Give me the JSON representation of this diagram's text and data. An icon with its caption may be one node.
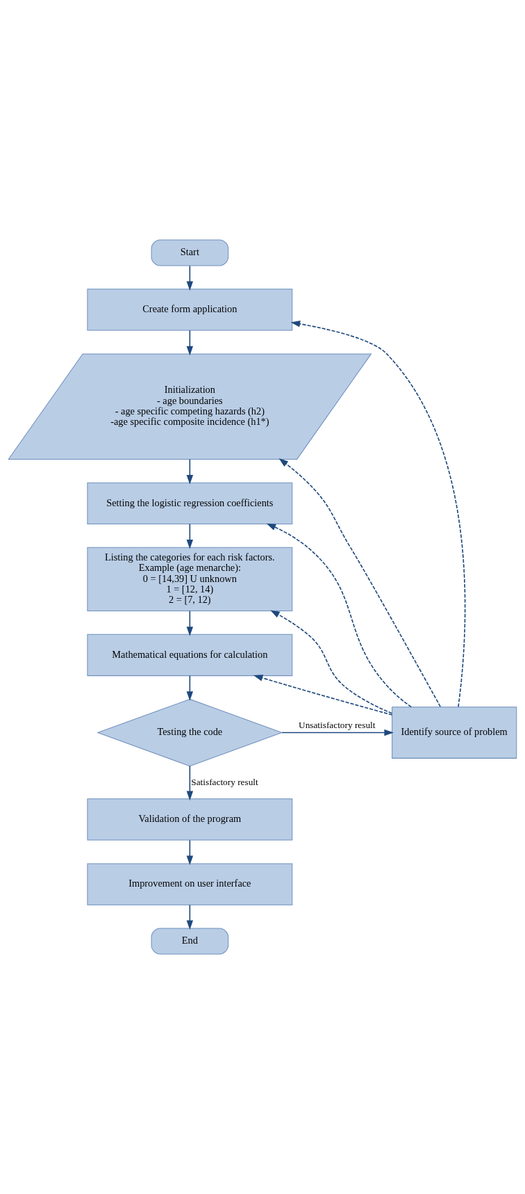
{
  "diagram": {
    "nodes": [
      {
        "text": [
          "Start"
        ]
      },
      {
        "text": [
          "Create form application"
        ]
      },
      {
        "text": [
          "Initialization",
          "- age boundaries",
          "- age specific competing hazards (h2)",
          "-age specific composite incidence (h1*)"
        ]
      },
      {
        "text": [
          "Setting the logistic regression coefficients"
        ]
      },
      {
        "text": [
          "Listing the categories for each risk factors.",
          "Example (age menarche):",
          "0 = [14,39] U unknown",
          "1 = [12, 14)",
          "2 = [7, 12)"
        ]
      },
      {
        "text": [
          "Mathematical equations for calculation"
        ]
      },
      {
        "text": [
          "Testing the code"
        ]
      },
      {
        "text": [
          "Identify source of problem"
        ]
      },
      {
        "text": [
          "Validation of the program"
        ]
      },
      {
        "text": [
          "Improvement on user interface"
        ]
      },
      {
        "text": [
          "End"
        ]
      }
    ],
    "edges": [
      {
        "from": 0,
        "to": 1,
        "arrow": "to"
      },
      {
        "from": 1,
        "to": 2,
        "arrow": "to"
      },
      {
        "from": 2,
        "to": 3,
        "arrow": "to"
      },
      {
        "from": 3,
        "to": 4,
        "arrow": "to"
      },
      {
        "from": 4,
        "to": 5,
        "arrow": "to"
      },
      {
        "from": 5,
        "to": 6,
        "arrow": "to"
      },
      {
        "from": 6,
        "to": 7,
        "arrow": "to",
        "label": "Unsatisfactory result"
      },
      {
        "from": 6,
        "to": 8,
        "arrow": "to",
        "label": "Satisfactory result"
      },
      {
        "from": 8,
        "to": 9,
        "arrow": "to"
      },
      {
        "from": 9,
        "to": 10,
        "arrow": "to"
      },
      {
        "from": 7,
        "to": 1,
        "arrow": "to",
        "style": "dashed"
      },
      {
        "from": 7,
        "to": 2,
        "arrow": "to",
        "style": "dashed"
      },
      {
        "from": 7,
        "to": 3,
        "arrow": "to",
        "style": "dashed"
      },
      {
        "from": 7,
        "to": 4,
        "arrow": "to",
        "style": "dashed"
      },
      {
        "from": 7,
        "to": 5,
        "arrow": "to",
        "style": "dashed"
      }
    ]
  }
}
